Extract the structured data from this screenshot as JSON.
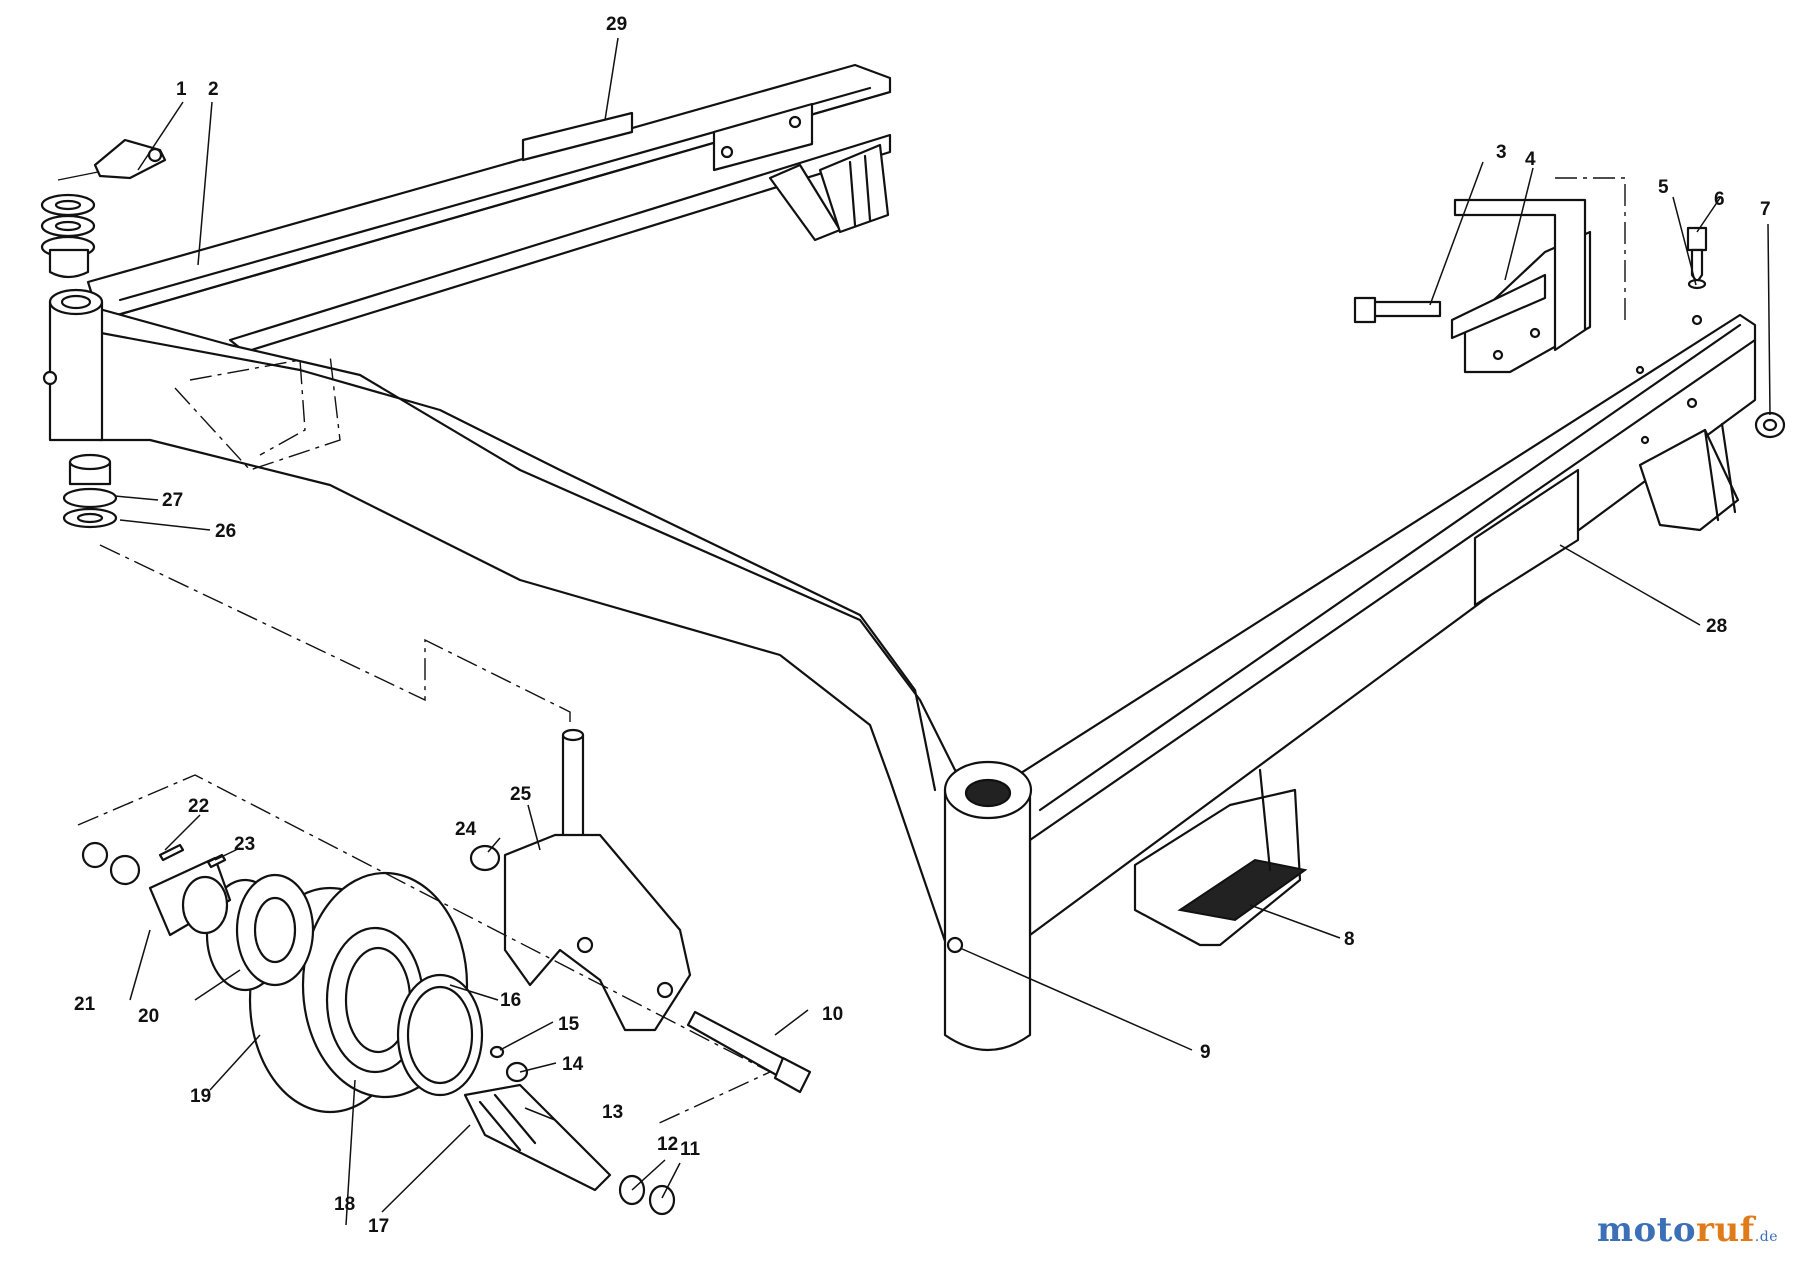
{
  "diagram": {
    "callouts": [
      "1",
      "2",
      "3",
      "4",
      "5",
      "6",
      "7",
      "8",
      "9",
      "10",
      "11",
      "12",
      "13",
      "14",
      "15",
      "16",
      "17",
      "18",
      "19",
      "20",
      "21",
      "22",
      "23",
      "24",
      "25",
      "26",
      "27",
      "28",
      "29"
    ]
  },
  "watermark": {
    "part1": "moto",
    "part2": "ruf",
    "part3": ".de"
  }
}
